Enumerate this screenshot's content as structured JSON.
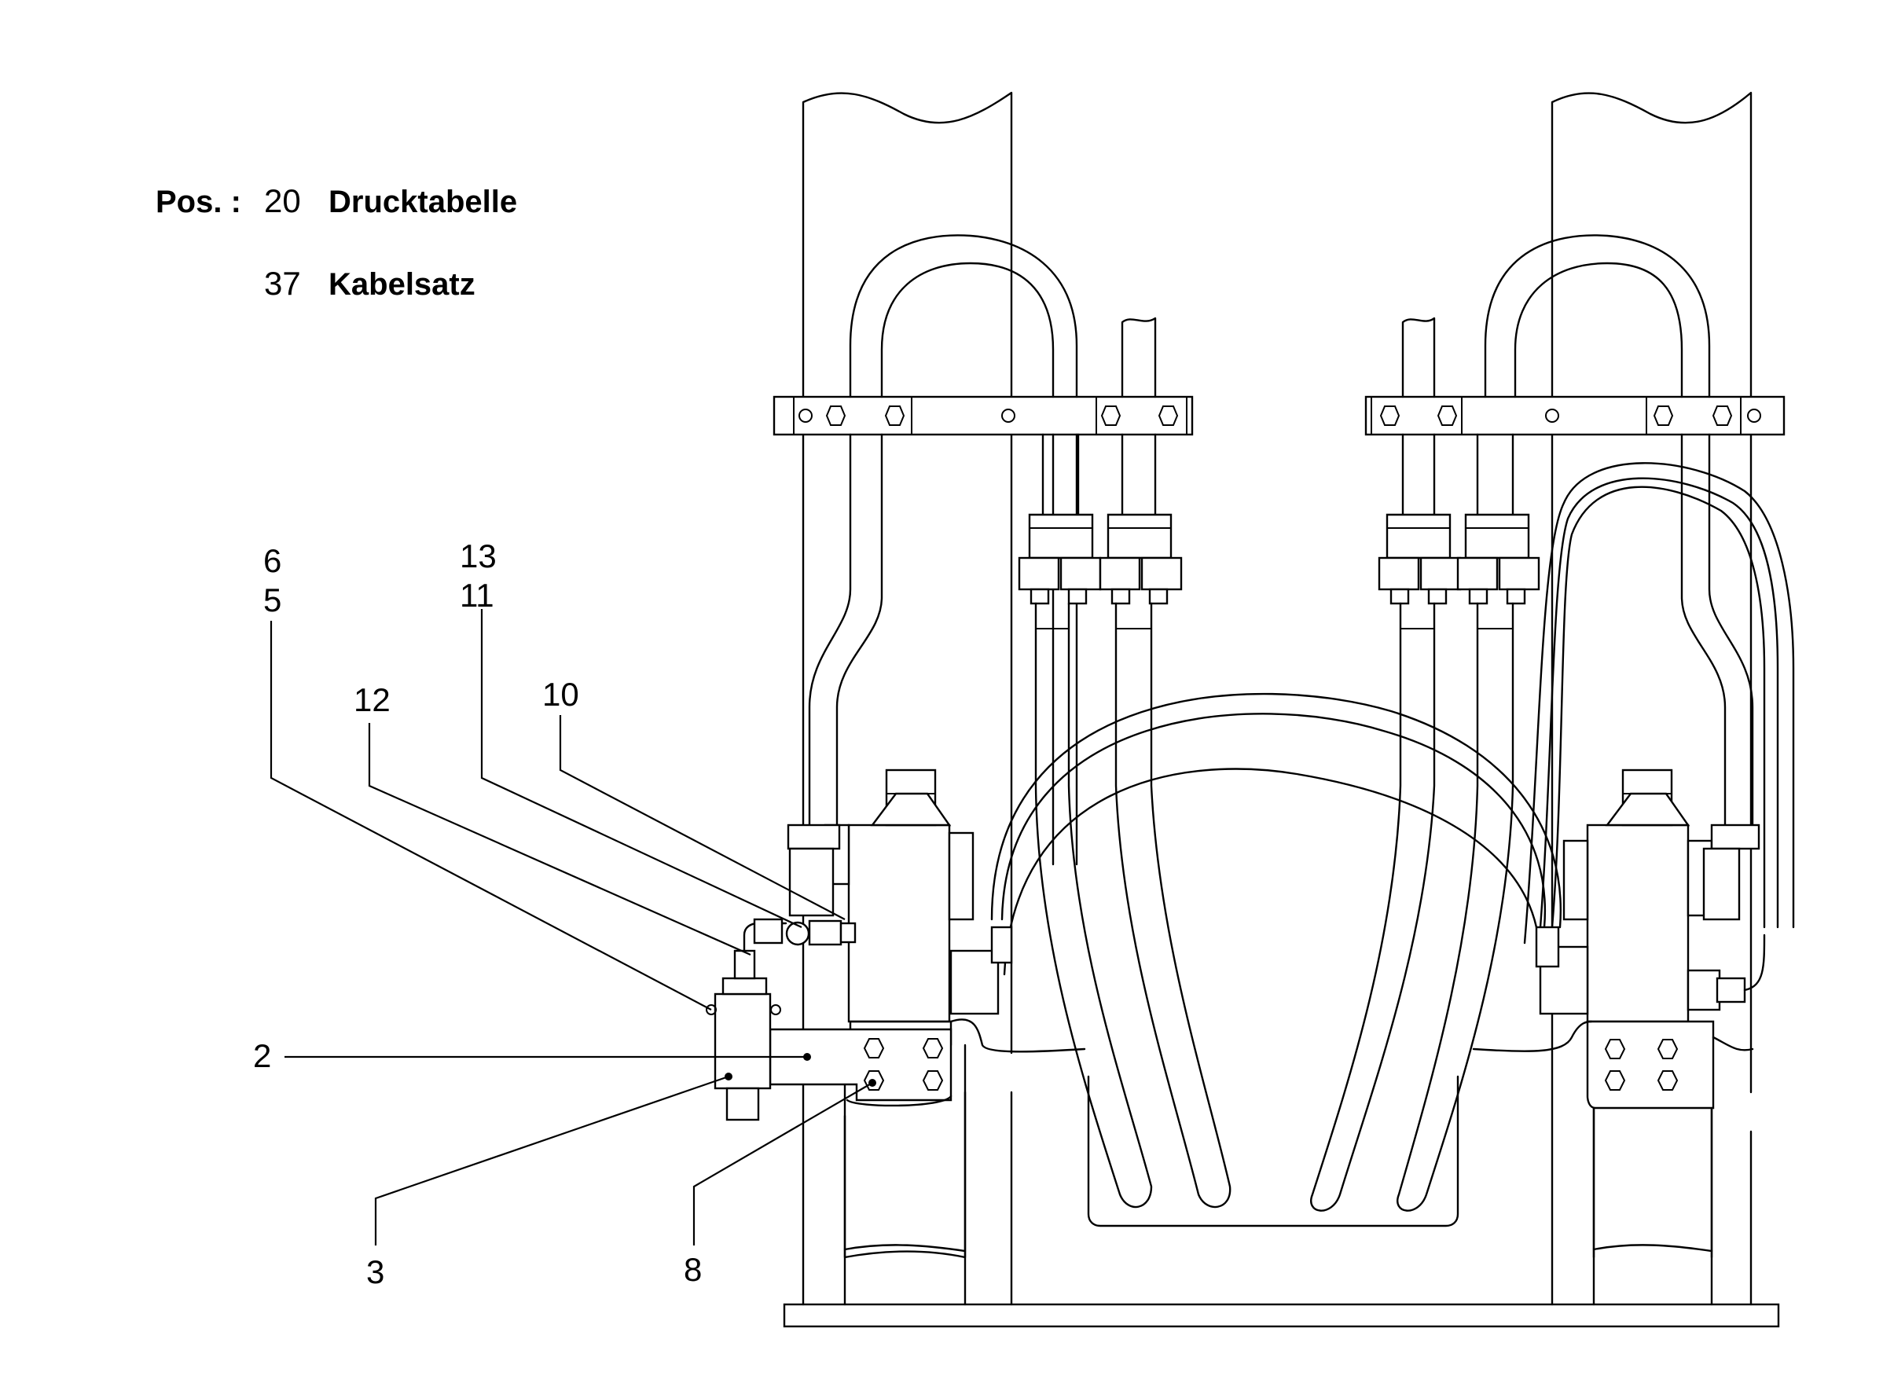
{
  "header": {
    "pos_label": "Pos. :",
    "entries": [
      {
        "number": "20",
        "text": "Drucktabelle"
      },
      {
        "number": "37",
        "text": "Kabelsatz"
      }
    ]
  },
  "callouts": {
    "c6": "6",
    "c5": "5",
    "c13": "13",
    "c11": "11",
    "c12": "12",
    "c10": "10",
    "c2": "2",
    "c3": "3",
    "c8": "8"
  }
}
